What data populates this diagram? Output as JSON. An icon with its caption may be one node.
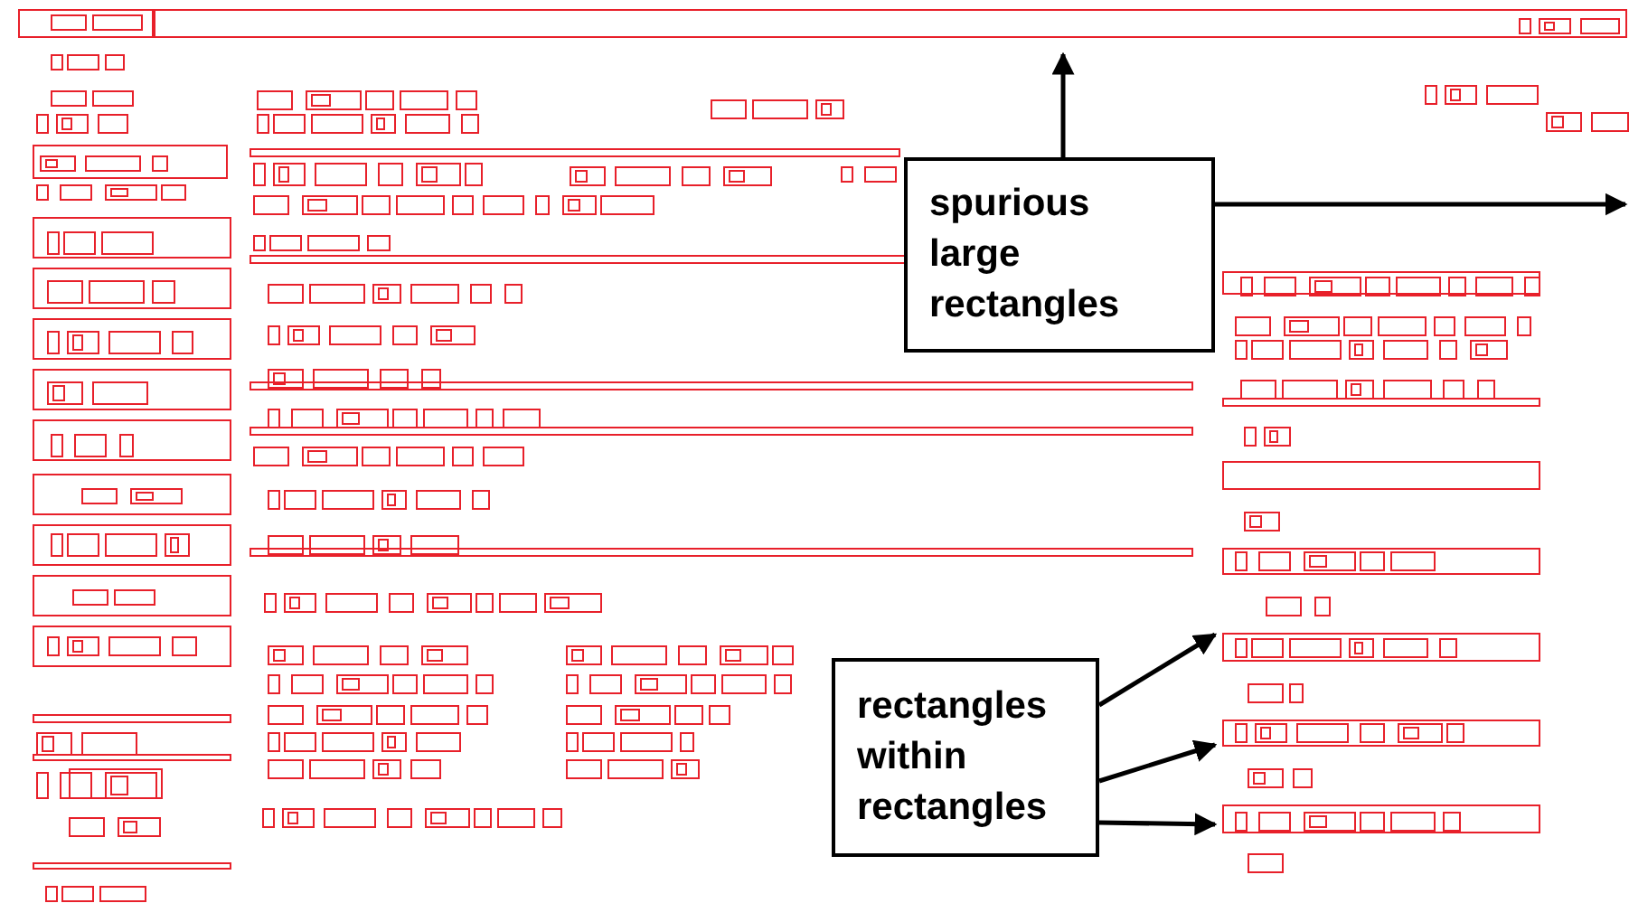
{
  "diagram": {
    "nodes": [
      {
        "text": [
          "spurious large rectangles"
        ]
      },
      {
        "text": [
          "rectangles within rectangles"
        ]
      }
    ],
    "edges": [
      {
        "from": 0,
        "to": null,
        "arrow": "to"
      },
      {
        "from": 0,
        "to": null,
        "arrow": "to"
      },
      {
        "from": 1,
        "to": null,
        "arrow": "to"
      },
      {
        "from": 1,
        "to": null,
        "arrow": "to"
      },
      {
        "from": 1,
        "to": null,
        "arrow": "to"
      }
    ]
  }
}
